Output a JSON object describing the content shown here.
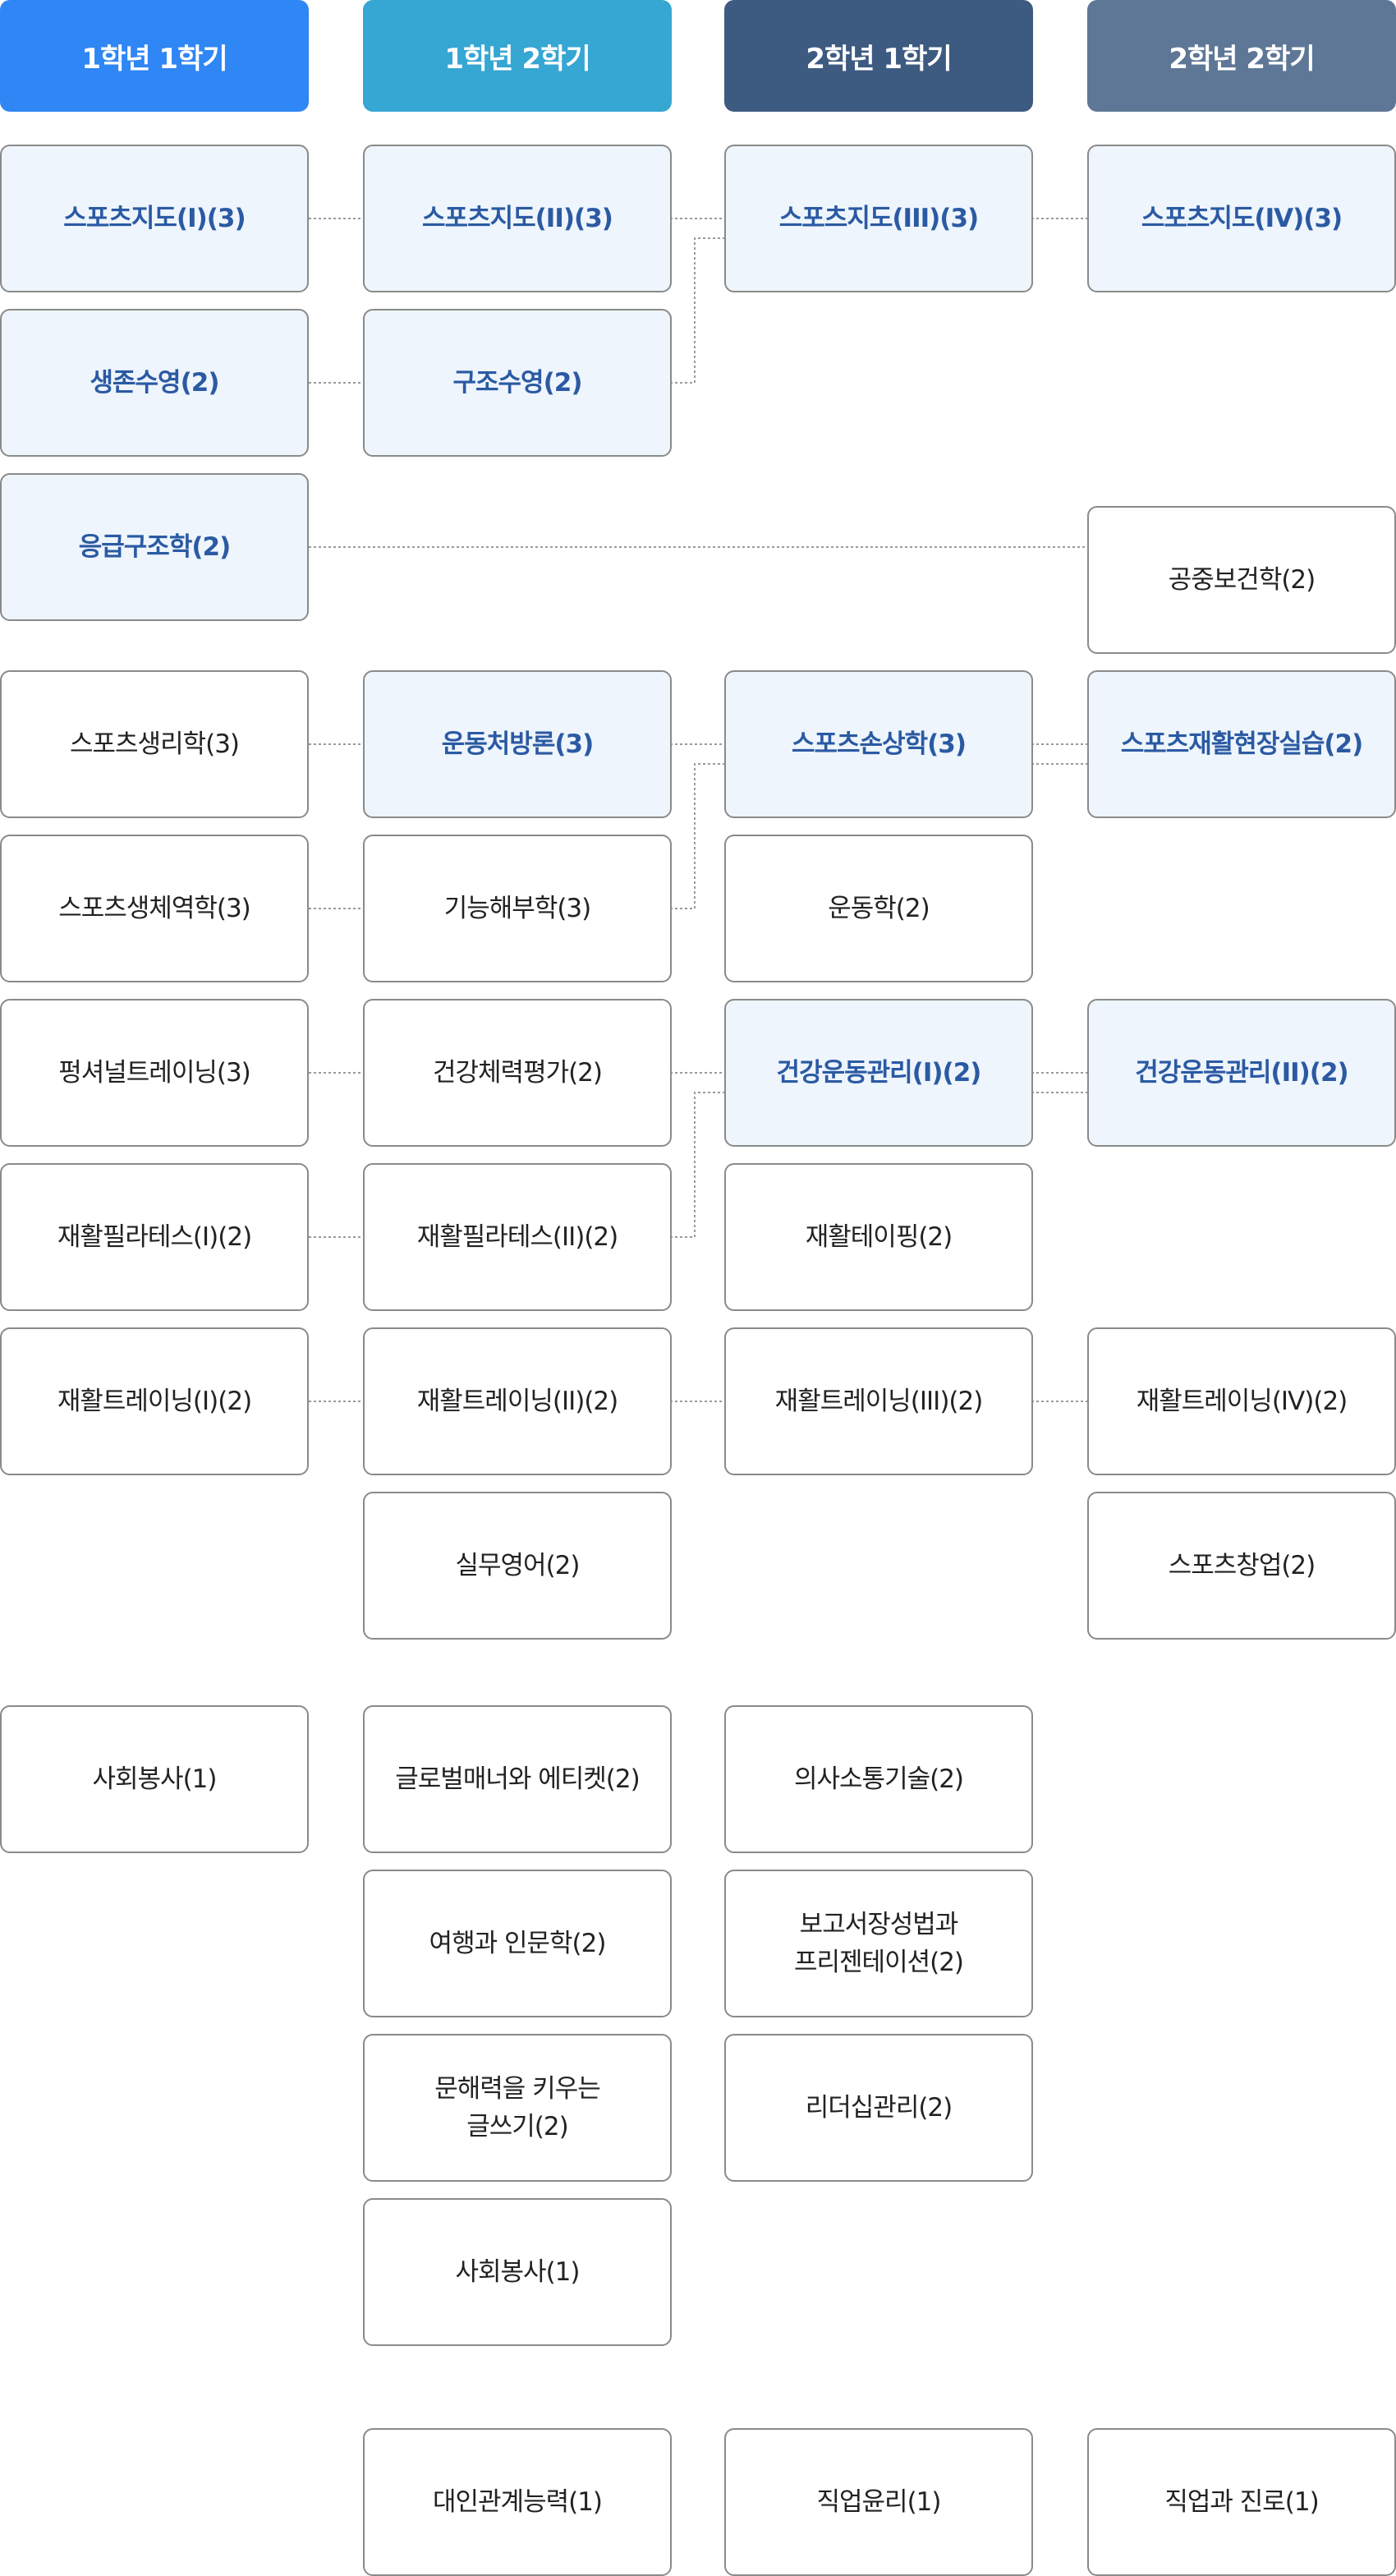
{
  "colors": {
    "header_1": "#2f86f5",
    "header_2": "#36a6d3",
    "header_3": "#3d5a80",
    "header_4": "#5f7796",
    "highlight_bg": "#eef5fc",
    "highlight_text": "#2b5aa3"
  },
  "headers": [
    "1학년 1학기",
    "1학년 2학기",
    "2학년 1학기",
    "2학년 2학기"
  ],
  "courses": {
    "c1_1": "스포츠지도(I)(3)",
    "c1_2": "생존수영(2)",
    "c1_3": "응급구조학(2)",
    "c1_4": "스포츠생리학(3)",
    "c1_5": "스포츠생체역학(3)",
    "c1_6": "펑셔널트레이닝(3)",
    "c1_7": "재활필라테스(I)(2)",
    "c1_8": "재활트레이닝(I)(2)",
    "c1_9": "사회봉사(1)",
    "c2_1": "스포츠지도(II)(3)",
    "c2_2": "구조수영(2)",
    "c2_3": "운동처방론(3)",
    "c2_4": "기능해부학(3)",
    "c2_5": "건강체력평가(2)",
    "c2_6": "재활필라테스(II)(2)",
    "c2_7": "재활트레이닝(II)(2)",
    "c2_8": "실무영어(2)",
    "c2_9": "글로벌매너와 에티켓(2)",
    "c2_10": "여행과 인문학(2)",
    "c2_11": "문해력을 키우는\n글쓰기(2)",
    "c2_12": "사회봉사(1)",
    "c2_13": "대인관계능력(1)",
    "c3_1": "스포츠지도(III)(3)",
    "c3_2": "스포츠손상학(3)",
    "c3_3": "운동학(2)",
    "c3_4": "건강운동관리(I)(2)",
    "c3_5": "재활테이핑(2)",
    "c3_6": "재활트레이닝(III)(2)",
    "c3_7": "의사소통기술(2)",
    "c3_8": "보고서장성법과\n프리젠테이션(2)",
    "c3_9": "리더십관리(2)",
    "c3_10": "직업윤리(1)",
    "c4_1": "스포츠지도(IV)(3)",
    "c4_2": "공중보건학(2)",
    "c4_3": "스포츠재활현장실습(2)",
    "c4_4": "건강운동관리(II)(2)",
    "c4_5": "재활트레이닝(IV)(2)",
    "c4_6": "스포츠창업(2)",
    "c4_7": "직업과 진로(1)"
  }
}
